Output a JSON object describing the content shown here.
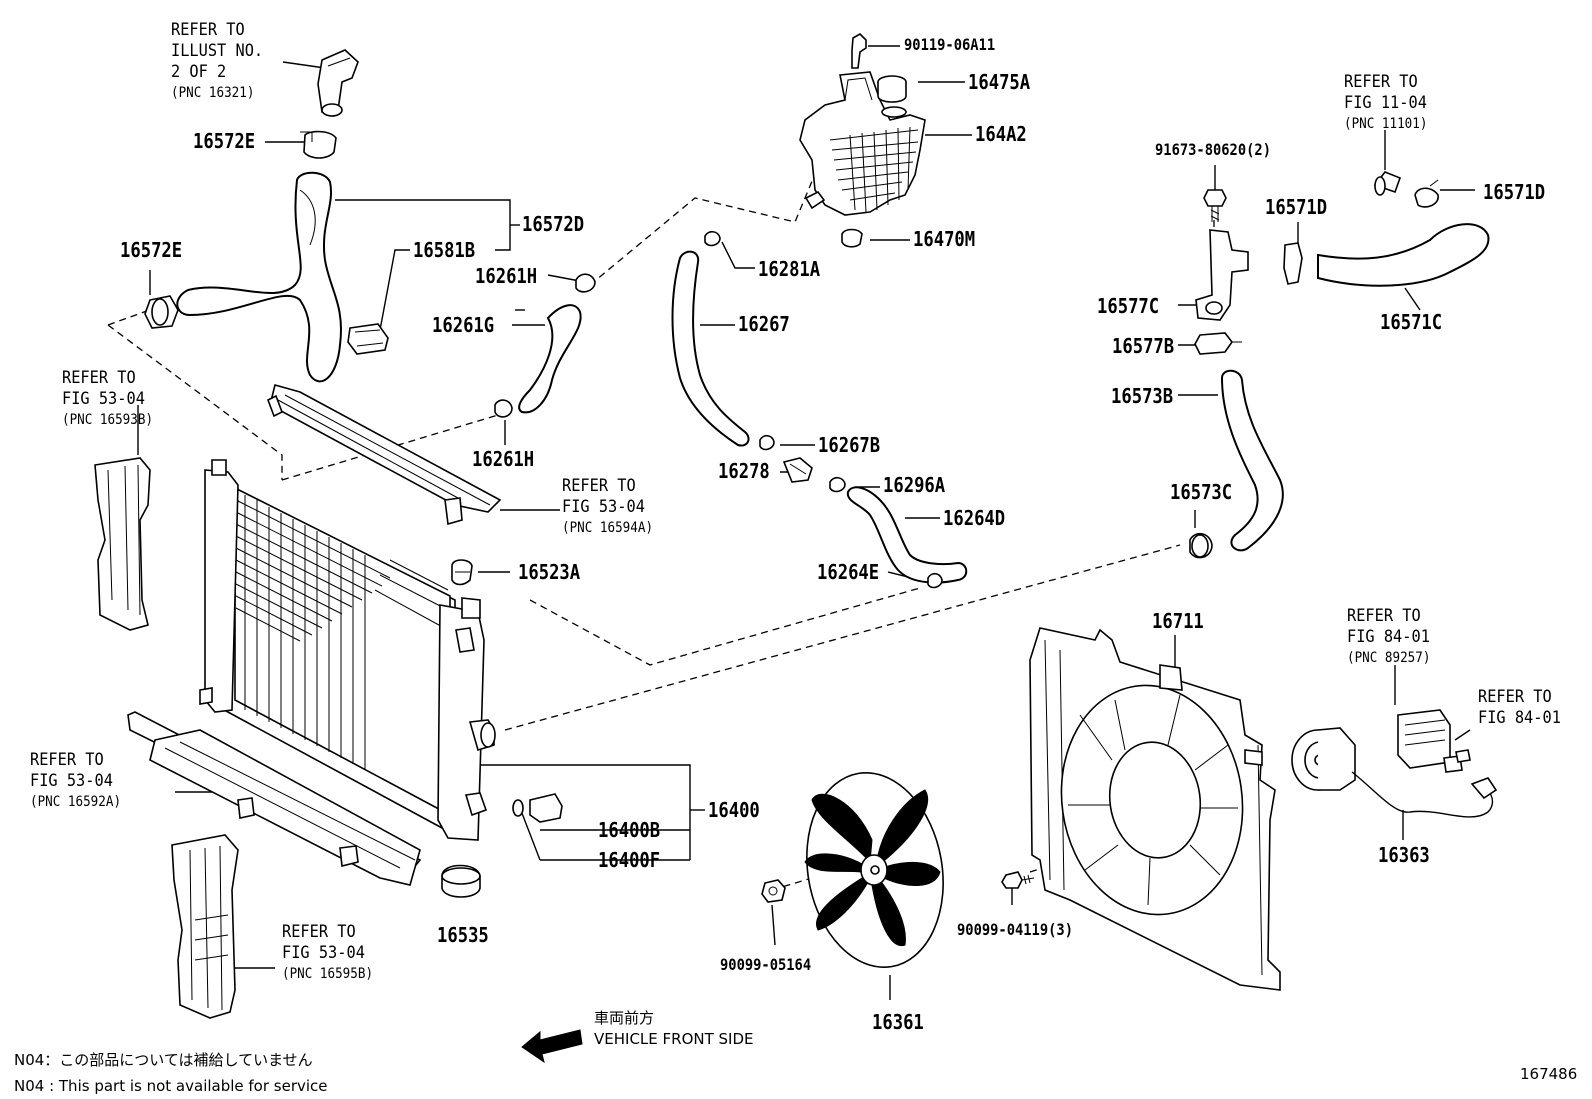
{
  "diagram_id": "167486",
  "parts": {
    "p_16572E_top": "16572E",
    "p_16572E_left": "16572E",
    "p_16572D": "16572D",
    "p_16581B": "16581B",
    "p_16261H_top": "16261H",
    "p_16261G": "16261G",
    "p_16261H_bot": "16261H",
    "p_90119": "90119-06A11",
    "p_16475A": "16475A",
    "p_164A2": "164A2",
    "p_16470M": "16470M",
    "p_16281A": "16281A",
    "p_16267": "16267",
    "p_16267B": "16267B",
    "p_16278": "16278",
    "p_16296A": "16296A",
    "p_16264D": "16264D",
    "p_16264E": "16264E",
    "p_16523A": "16523A",
    "p_16400": "16400",
    "p_16400B": "16400B",
    "p_16400F": "16400F",
    "p_16535": "16535",
    "p_91673": "91673-80620(2)",
    "p_16571D_top": "16571D",
    "p_16571D_mid": "16571D",
    "p_16577C": "16577C",
    "p_16571C": "16571C",
    "p_16577B": "16577B",
    "p_16573B": "16573B",
    "p_16573C": "16573C",
    "p_16711": "16711",
    "p_16363": "16363",
    "p_90099_05164": "90099-05164",
    "p_90099_04119": "90099-04119(3)",
    "p_16361": "16361"
  },
  "refs": {
    "r1": {
      "l1": "REFER TO",
      "l2": "ILLUST NO.",
      "l3": "2 OF 2",
      "l4": "(PNC 16321)"
    },
    "r2": {
      "l1": "REFER TO",
      "l2": "FIG 11-04",
      "l3": "(PNC 11101)"
    },
    "r3": {
      "l1": "REFER TO",
      "l2": "FIG 53-04",
      "l3": "(PNC 16593B)"
    },
    "r4": {
      "l1": "REFER TO",
      "l2": "FIG 53-04",
      "l3": "(PNC 16594A)"
    },
    "r5": {
      "l1": "REFER TO",
      "l2": "FIG 53-04",
      "l3": "(PNC 16592A)"
    },
    "r6": {
      "l1": "REFER TO",
      "l2": "FIG 53-04",
      "l3": "(PNC 16595B)"
    },
    "r7": {
      "l1": "REFER TO",
      "l2": "FIG 84-01",
      "l3": "(PNC 89257)"
    },
    "r8": {
      "l1": "REFER TO",
      "l2": "FIG 84-01"
    }
  },
  "front": {
    "jp": "車両前方",
    "en": "VEHICLE FRONT SIDE"
  },
  "notes": {
    "jp": "N04：この部品については補給していません",
    "en": "N04 : This part is not available for service"
  }
}
